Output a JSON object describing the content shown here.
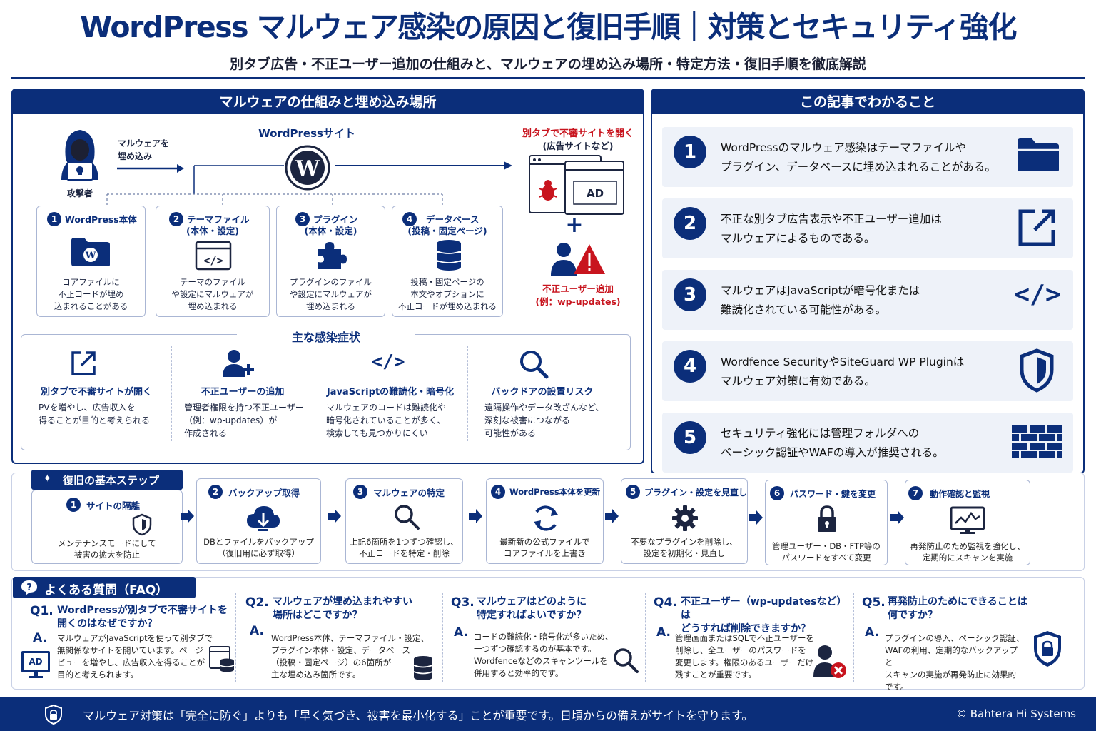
{
  "header": {
    "title": "WordPress マルウェア感染の原因と復旧手順｜対策とセキュリティ強化",
    "subtitle": "別タブ広告・不正ユーザー追加の仕組みと、マルウェアの埋め込み場所・特定方法・復旧手順を徹底解説"
  },
  "mechanism": {
    "heading": "マルウェアの仕組みと埋め込み場所",
    "attacker_label": "攻撃者",
    "embed_label_1": "マルウェアを",
    "embed_label_2": "埋め込み",
    "site_label": "WordPressサイト",
    "popup_title": "別タブで不審サイトを開く",
    "popup_sub": "(広告サイトなど)",
    "ad_label": "AD",
    "plus": "+",
    "user_add_1": "不正ユーザー追加",
    "user_add_2": "(例：wp-updates)",
    "locations": [
      {
        "num": "1",
        "title": "WordPress本体",
        "sub": "",
        "desc": [
          "コアファイルに",
          "不正コードが埋め",
          "込まれることがある"
        ]
      },
      {
        "num": "2",
        "title": "テーマファイル",
        "sub": "(本体・設定)",
        "desc": [
          "テーマのファイル",
          "や設定にマルウェアが",
          "埋め込まれる"
        ]
      },
      {
        "num": "3",
        "title": "プラグイン",
        "sub": "(本体・設定)",
        "desc": [
          "プラグインのファイル",
          "や設定にマルウェアが",
          "埋め込まれる"
        ]
      },
      {
        "num": "4",
        "title": "データベース",
        "sub": "(投稿・固定ページ)",
        "desc": [
          "投稿・固定ページの",
          "本文やオプションに",
          "不正コードが埋め込まれる"
        ]
      }
    ]
  },
  "symptoms": {
    "heading": "主な感染症状",
    "items": [
      {
        "title": "別タブで不審サイトが開く",
        "desc": [
          "PVを増やし、広告収入を",
          "得ることが目的と考えられる"
        ]
      },
      {
        "title": "不正ユーザーの追加",
        "desc": [
          "管理者権限を持つ不正ユーザー",
          "（例：wp-updates）が",
          "作成される"
        ]
      },
      {
        "title": "JavaScriptの難読化・暗号化",
        "desc": [
          "マルウェアのコードは難読化や",
          "暗号化されていることが多く、",
          "検索しても見つかりにくい"
        ]
      },
      {
        "title": "バックドアの設置リスク",
        "desc": [
          "遠隔操作やデータ改ざんなど、",
          "深刻な被害につながる",
          "可能性がある"
        ]
      }
    ]
  },
  "learn": {
    "heading": "この記事でわかること",
    "items": [
      {
        "num": "1",
        "lines": [
          "WordPressのマルウェア感染はテーマファイルや",
          "プラグイン、データベースに埋め込まれることがある。"
        ]
      },
      {
        "num": "2",
        "lines": [
          "不正な別タブ広告表示や不正ユーザー追加は",
          "マルウェアによるものである。"
        ]
      },
      {
        "num": "3",
        "lines": [
          "マルウェアはJavaScriptが暗号化または",
          "難読化されている可能性がある。"
        ]
      },
      {
        "num": "4",
        "lines": [
          "Wordfence SecurityやSiteGuard WP Pluginは",
          "マルウェア対策に有効である。"
        ]
      },
      {
        "num": "5",
        "lines": [
          "セキュリティ強化には管理フォルダへの",
          "ベーシック認証やWAFの導入が推奨される。"
        ]
      }
    ]
  },
  "recovery": {
    "heading": "復旧の基本ステップ",
    "steps": [
      {
        "num": "1",
        "title": "サイトの隔離",
        "desc": [
          "メンテナンスモードにして",
          "被害の拡大を防止"
        ]
      },
      {
        "num": "2",
        "title": "バックアップ取得",
        "desc": [
          "DBとファイルをバックアップ",
          "（復旧用に必ず取得）"
        ]
      },
      {
        "num": "3",
        "title": "マルウェアの特定",
        "desc": [
          "上記6箇所を1つずつ確認し、",
          "不正コードを特定・削除"
        ]
      },
      {
        "num": "4",
        "title": "WordPress本体を更新",
        "desc": [
          "最新新の公式ファイルで",
          "コアファイルを上書き"
        ]
      },
      {
        "num": "5",
        "title": "プラグイン・設定を見直し",
        "desc": [
          "不要なプラグインを削除し、",
          "設定を初期化・見直し"
        ]
      },
      {
        "num": "6",
        "title": "パスワード・鍵を変更",
        "desc": [
          "管理ユーザー・DB・FTP等の",
          "パスワードをすべて変更"
        ]
      },
      {
        "num": "7",
        "title": "動作確認と監視",
        "desc": [
          "再発防止のため監視を強化し、",
          "定期的にスキャンを実施"
        ]
      }
    ]
  },
  "faq": {
    "heading": "よくある質問（FAQ）",
    "a_label": "A.",
    "ad_label": "AD",
    "items": [
      {
        "q": "Q1.",
        "question": [
          "WordPressが別タブで不審サイトを",
          "開くのはなぜですか？"
        ],
        "answer": [
          "マルウェアがJavaScriptを使って別タブで",
          "無関係なサイトを開いています。ページ",
          "ビューを増やし、広告収入を得ることが",
          "目的と考えられます。"
        ]
      },
      {
        "q": "Q2.",
        "question": [
          "マルウェアが埋め込まれやすい",
          "場所はどこですか？"
        ],
        "answer": [
          "WordPress本体、テーマファイル・設定、",
          "プラグイン本体・設定、データベース",
          "（投稿・固定ページ）の6箇所が",
          "主な埋め込み箇所です。"
        ]
      },
      {
        "q": "Q3.",
        "question": [
          "マルウェアはどのように",
          "特定すればよいですか？"
        ],
        "answer": [
          "コードの難読化・暗号化が多いため、",
          "一つずつ確認するのが基本です。",
          "Wordfenceなどのスキャンツールを",
          "併用すると効率的です。"
        ]
      },
      {
        "q": "Q4.",
        "question": [
          "不正ユーザー（wp-updatesなど）は",
          "どうすれば削除できますか？"
        ],
        "answer": [
          "管理画面またはSQLで不正ユーザーを",
          "削除し、全ユーザーのパスワードを",
          "変更します。権限のあるユーザーだけ",
          "残すことが重要です。"
        ]
      },
      {
        "q": "Q5.",
        "question": [
          "再発防止のためにできることは",
          "何ですか？"
        ],
        "answer": [
          "プラグインの導入、ベーシック認証、",
          "WAFの利用、定期的なバックアップと",
          "スキャンの実施が再発防止に効果的",
          "です。"
        ]
      }
    ]
  },
  "footer": {
    "message": "マルウェア対策は「完全に防ぐ」よりも「早く気づき、被害を最小化する」ことが重要です。日頃からの備えがサイトを守ります。",
    "copyright": "© Bahtera Hi Systems"
  },
  "colors": {
    "navy": "#0b2e7a",
    "red": "#c8141e",
    "light_panel": "#eef2f9"
  }
}
